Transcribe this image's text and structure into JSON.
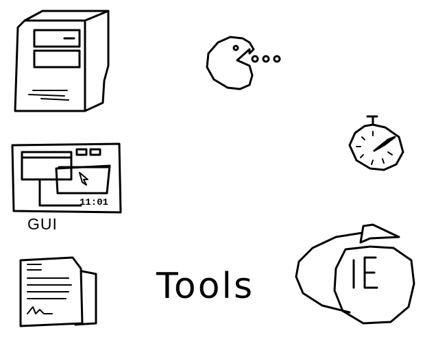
{
  "icons": {
    "computer": "computer-tower-icon",
    "pacman": "pacman-icon",
    "stopwatch": "stopwatch-icon",
    "gui": "gui-window-icon",
    "documents": "document-icon",
    "browser": "internet-explorer-icon"
  },
  "gui": {
    "label": "GUI",
    "clock_text": "11:01"
  },
  "tools": {
    "label": "Tools"
  },
  "browser": {
    "letters": "IE"
  },
  "colors": {
    "ink": "#000000",
    "background": "#ffffff"
  }
}
